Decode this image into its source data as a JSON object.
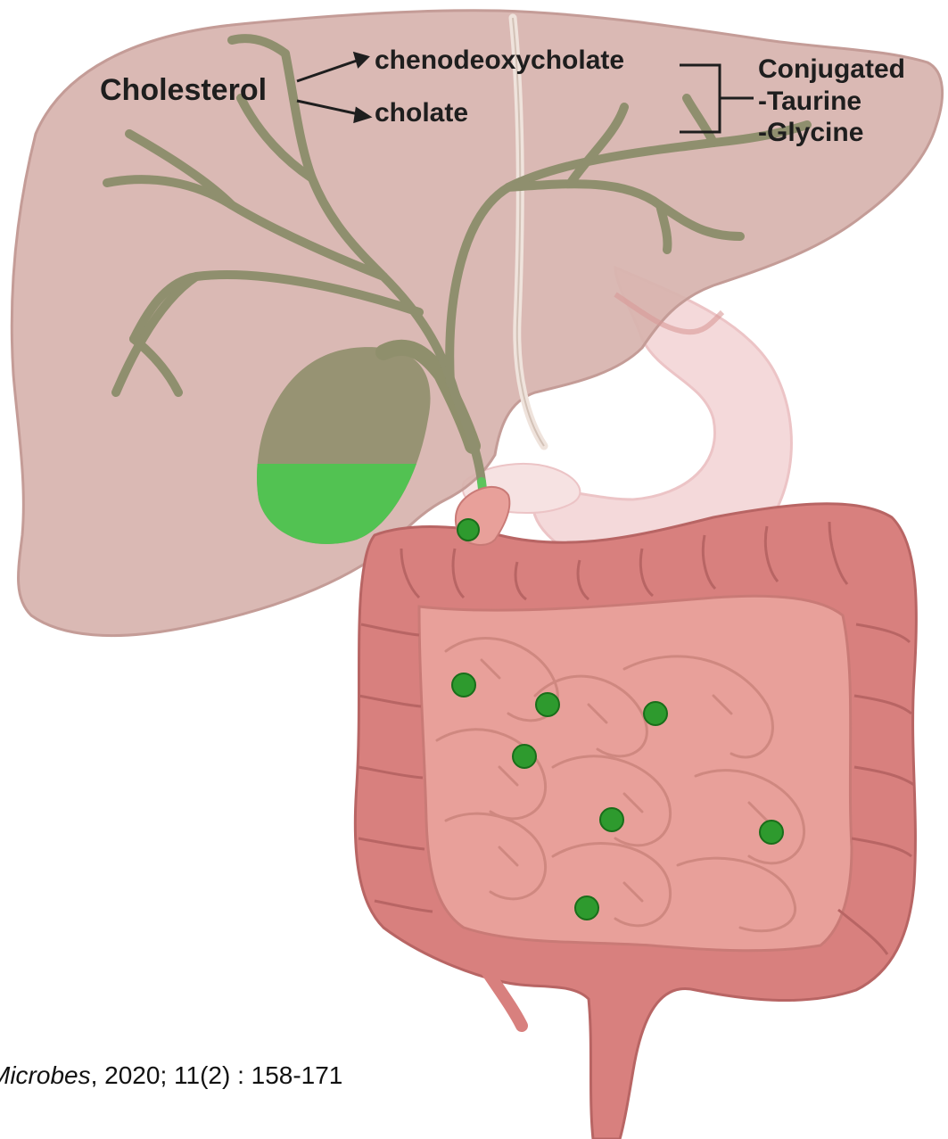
{
  "labels": {
    "cholesterol": "Cholesterol",
    "chenodeoxycholate": "chenodeoxycholate",
    "cholate": "cholate",
    "conjugated": "Conjugated",
    "taurine": "-Taurine",
    "glycine": "-Glycine"
  },
  "citation": {
    "journal": "Microbes",
    "details": ", 2020; 11(2) : 158-171"
  },
  "colors": {
    "liver": "#d9b5b0",
    "bile_duct": "#8f8f6e",
    "gallbladder_bile": "#4cc24c",
    "intestine": "#e9a198",
    "colon": "#d97f7d",
    "stomach": "#f3d8d9",
    "bacteria_dot": "#2e9a2e"
  },
  "icons": [
    "liver-illustration",
    "gallbladder-illustration",
    "stomach-illustration",
    "small-intestine-illustration",
    "colon-illustration",
    "bile-duct-tree",
    "bile-acid-dot"
  ]
}
